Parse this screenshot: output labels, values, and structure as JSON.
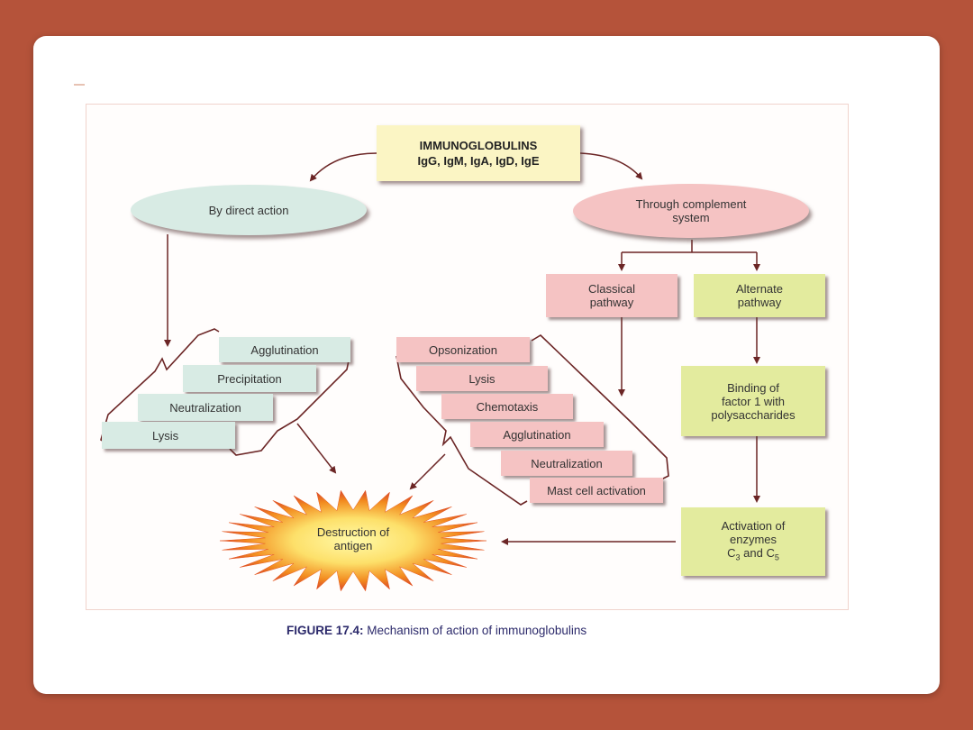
{
  "diagram": {
    "title_line1": "IMMUNOGLOBULINS",
    "title_line2": "IgG, IgM, IgA, IgD, IgE",
    "direct_action": "By direct action",
    "complement_line1": "Through complement",
    "complement_line2": "system",
    "classical_line1": "Classical",
    "classical_line2": "pathway",
    "alternate_line1": "Alternate",
    "alternate_line2": "pathway",
    "left_steps": [
      "Agglutination",
      "Precipitation",
      "Neutralization",
      "Lysis"
    ],
    "mid_steps": [
      "Opsonization",
      "Lysis",
      "Chemotaxis",
      "Agglutination",
      "Neutralization",
      "Mast cell activation"
    ],
    "binding_line1": "Binding of",
    "binding_line2": "factor 1 with",
    "binding_line3": "polysaccharides",
    "activation_line1": "Activation of",
    "activation_line2": "enzymes",
    "activation_c": "C",
    "activation_sub1": "3",
    "activation_and": " and C",
    "activation_sub2": "5",
    "destruction_line1": "Destruction of",
    "destruction_line2": "antigen"
  },
  "caption": {
    "label": "FIGURE 17.4:",
    "text": " Mechanism of action of immunoglobulins"
  },
  "colors": {
    "background": "#b5533a",
    "green_box": "#d8ebe4",
    "pink_box": "#f5c3c3",
    "yellow_box": "#e3eb9e",
    "arrow": "#6b2525"
  }
}
